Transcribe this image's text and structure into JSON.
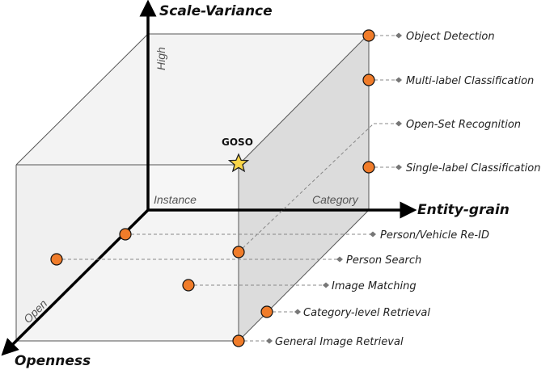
{
  "axes": {
    "scale_variance": {
      "title": "Scale-Variance",
      "high_label": "High"
    },
    "entity_grain": {
      "title": "Entity-grain",
      "instance_label": "Instance",
      "category_label": "Category"
    },
    "openness": {
      "title": "Openness",
      "open_label": "Open"
    }
  },
  "goso": {
    "label": "GOSO"
  },
  "tasks": [
    "Object Detection",
    "Multi-label Classification",
    "Open-Set Recognition",
    "Single-label Classification",
    "Person/Vehicle Re-ID",
    "Person Search",
    "Image Matching",
    "Category-level Retrieval",
    "General Image Retrieval"
  ],
  "colors": {
    "point_fill": "#F07C2A",
    "point_stroke": "#111111",
    "star_fill": "#F9D548",
    "cube_face": "#F2F2F2",
    "right_face": "#DCDCDC",
    "leader": "#888888"
  }
}
